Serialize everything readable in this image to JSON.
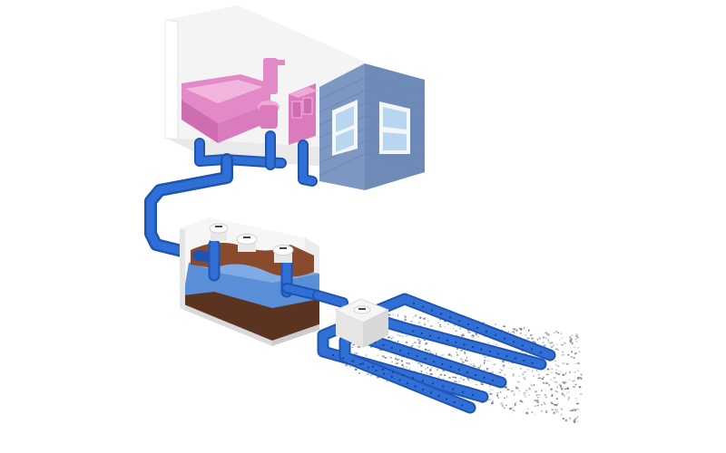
{
  "diagram": {
    "components": [
      {
        "id": "house-bathroom",
        "name": "house-bathroom",
        "fixtures": [
          "bathtub",
          "toilet",
          "vanity"
        ]
      },
      {
        "id": "house-exterior-wall",
        "name": "house-exterior-wall",
        "windows": 2
      },
      {
        "id": "septic-tank",
        "name": "septic-tank",
        "access_lids": 3,
        "layers": [
          "scum",
          "effluent",
          "sludge"
        ]
      },
      {
        "id": "distribution-box",
        "name": "distribution-box"
      },
      {
        "id": "drain-field",
        "name": "drain-field",
        "lateral_lines": 4
      }
    ],
    "colors": {
      "pipe": "#2f6fd6",
      "pipe_dark": "#1f55b0",
      "fixtures": "#e389c8",
      "siding": "#7b97c2",
      "window_frame": "#f4f6fa",
      "window_glass": "#b8d6f0",
      "tank_wall": "#f2f2f2",
      "scum": "#8a4a2c",
      "effluent": "#5a8fd8",
      "sludge": "#5a3420",
      "gravel": "#9aa0a8"
    }
  }
}
